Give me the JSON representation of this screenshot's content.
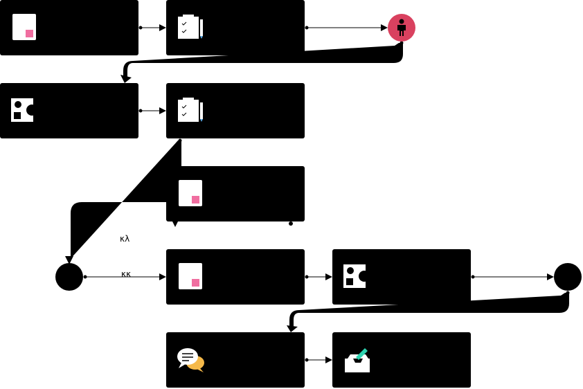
{
  "diagram": {
    "colors": {
      "node_fill": "#000000",
      "start_fill": "#d9415f",
      "connector": "#000000",
      "accent_pink": "#f06ea0",
      "accent_teal": "#2dd3b0",
      "accent_orange": "#f5b94a"
    },
    "nodes": [
      {
        "id": "task-1",
        "kind": "task",
        "icon": "document-icon"
      },
      {
        "id": "task-2",
        "kind": "task",
        "icon": "checklist-icon"
      },
      {
        "id": "start",
        "kind": "start-event",
        "icon": "person-icon"
      },
      {
        "id": "task-3",
        "kind": "task",
        "icon": "shapes-icon"
      },
      {
        "id": "task-4",
        "kind": "task",
        "icon": "checklist-icon"
      },
      {
        "id": "task-5",
        "kind": "task",
        "icon": "document-icon"
      },
      {
        "id": "gateway-1",
        "kind": "gateway",
        "icon": ""
      },
      {
        "id": "task-6",
        "kind": "task",
        "icon": "document-icon"
      },
      {
        "id": "task-7",
        "kind": "task",
        "icon": "shapes-icon"
      },
      {
        "id": "end",
        "kind": "end-event",
        "icon": ""
      },
      {
        "id": "task-8",
        "kind": "task",
        "icon": "chat-icon"
      },
      {
        "id": "task-9",
        "kind": "task",
        "icon": "inbox-icon"
      }
    ],
    "edges": [
      {
        "from": "task-1",
        "to": "task-2",
        "label": ""
      },
      {
        "from": "task-2",
        "to": "start",
        "label": ""
      },
      {
        "from": "start",
        "to": "task-3",
        "label": ""
      },
      {
        "from": "task-3",
        "to": "task-4",
        "label": ""
      },
      {
        "from": "task-4",
        "to": "gateway-1",
        "label": ""
      },
      {
        "from": "task-5",
        "to": "task-4",
        "label": ""
      },
      {
        "from": "gateway-1",
        "to": "task-5",
        "label": "κλ"
      },
      {
        "from": "gateway-1",
        "to": "task-6",
        "label": "κκ"
      },
      {
        "from": "task-6",
        "to": "task-7",
        "label": ""
      },
      {
        "from": "task-7",
        "to": "end",
        "label": ""
      },
      {
        "from": "end",
        "to": "task-8",
        "label": ""
      },
      {
        "from": "task-8",
        "to": "task-9",
        "label": ""
      }
    ],
    "edge_labels": {
      "gateway_to_task5": "κλ",
      "gateway_to_task6": "κκ"
    }
  }
}
